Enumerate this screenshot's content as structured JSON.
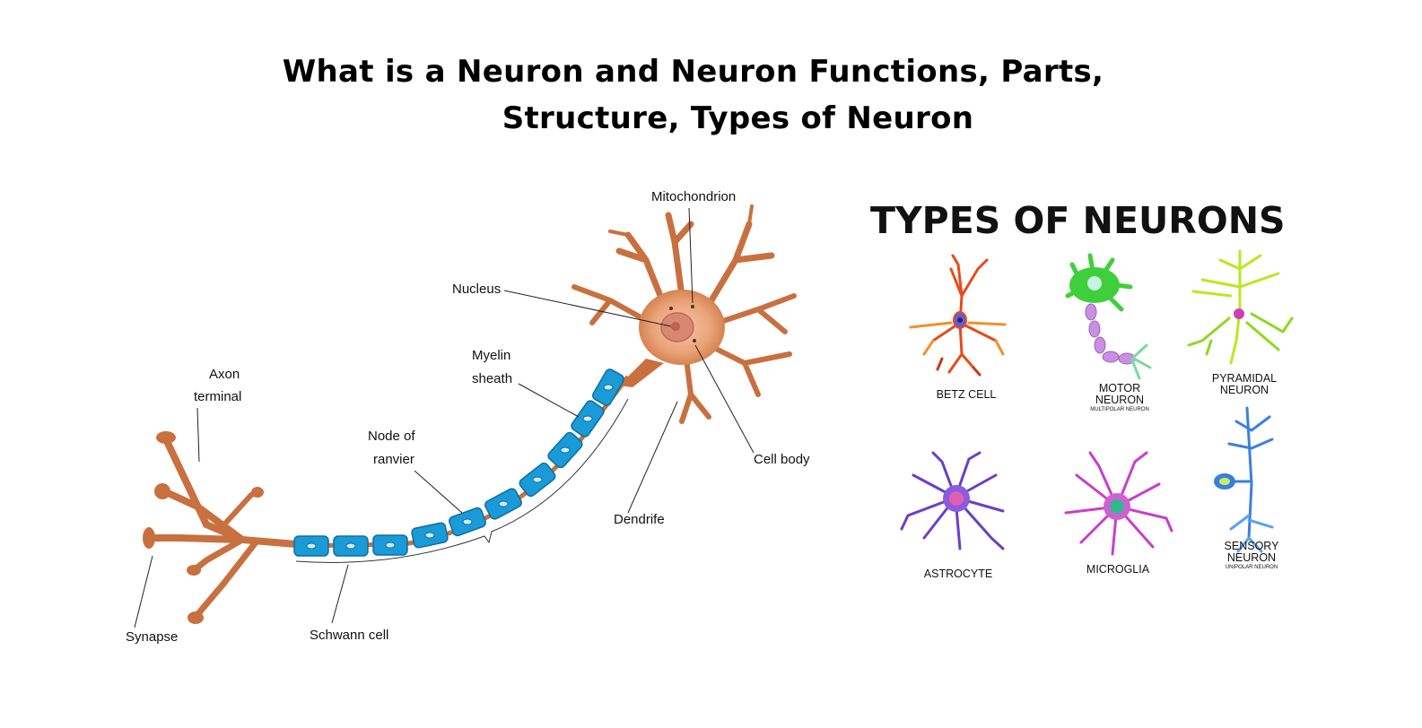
{
  "title": {
    "line1": "What is a Neuron and Neuron Functions, Parts,",
    "line2": "Structure, Types of Neuron"
  },
  "diagram_labels": {
    "mitochondrion": "Mitochondrion",
    "nucleus": "Nucleus",
    "myelin_1": "Myelin",
    "myelin_2": "sheath",
    "axon_1": "Axon",
    "axon_2": "terminal",
    "node_1": "Node of",
    "node_2": "ranvier",
    "cell_body": "Cell body",
    "dendrite": "Dendrife",
    "synapse": "Synapse",
    "schwann": "Schwann  cell"
  },
  "types_panel": {
    "heading": "TYPES OF NEURONS",
    "cells": [
      {
        "name": "BETZ CELL",
        "sub": ""
      },
      {
        "name_1": "MOTOR",
        "name_2": "NEURON",
        "sub": "MULTIPOLAR NEURON"
      },
      {
        "name_1": "PYRAMIDAL",
        "name_2": "NEURON",
        "sub": ""
      },
      {
        "name": "ASTROCYTE",
        "sub": ""
      },
      {
        "name": "MICROGLIA",
        "sub": ""
      },
      {
        "name_1": "SENSORY",
        "name_2": "NEURON",
        "sub": "UNIPOLAR NEURON"
      }
    ]
  },
  "colors": {
    "neuron_body": "#c8703f",
    "myelin": "#1a9ad6",
    "betz": "#e84a1c",
    "motor": "#3fcf3a",
    "pyramidal": "#b9e81e",
    "astrocyte": "#6a3fc8",
    "microglia": "#c83fc8",
    "sensory": "#3a7fe0"
  }
}
